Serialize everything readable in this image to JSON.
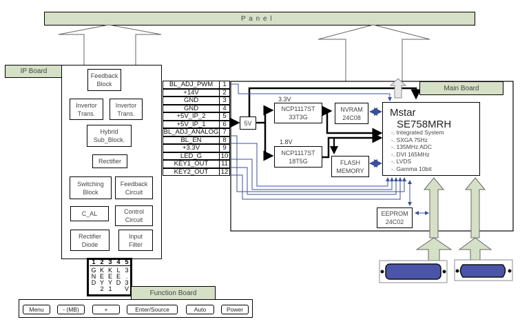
{
  "panel": {
    "label": "P a n e l"
  },
  "ip_board": {
    "title": "IP Board",
    "blocks": [
      {
        "id": "feedback-block",
        "label": "Feedback\nBlock"
      },
      {
        "id": "invertor-trans-1",
        "label": "Invertor\nTrans."
      },
      {
        "id": "invertor-trans-2",
        "label": "Invertor\nTrans."
      },
      {
        "id": "hybrid-sub-block",
        "label": "Hybrid\nSub_Block."
      },
      {
        "id": "rectifier",
        "label": "Rectifier"
      },
      {
        "id": "switching-block",
        "label": "Switching\nBlock"
      },
      {
        "id": "feedback-circuit",
        "label": "Feedback\nCircuit"
      },
      {
        "id": "c-al",
        "label": "C_AL"
      },
      {
        "id": "control-circuit",
        "label": "Control\nCircuit"
      },
      {
        "id": "rectifier-diode",
        "label": "Rectifier\nDiode"
      },
      {
        "id": "input-filter",
        "label": "Input\nFilter"
      }
    ]
  },
  "connector": {
    "pins": [
      {
        "num": "1",
        "name": "BL_ADJ_PWM"
      },
      {
        "num": "2",
        "name": "+14V"
      },
      {
        "num": "3",
        "name": "GND"
      },
      {
        "num": "4",
        "name": "GND"
      },
      {
        "num": "5",
        "name": "+5V_IP_2"
      },
      {
        "num": "6",
        "name": "+5V_IP_1"
      },
      {
        "num": "7",
        "name": "BL_ADJ_ANALOG"
      },
      {
        "num": "8",
        "name": "BL_EN"
      },
      {
        "num": "9",
        "name": "+3.3V"
      },
      {
        "num": "10",
        "name": "LED_G"
      },
      {
        "num": "11",
        "name": "KEY1_OUT"
      },
      {
        "num": "12",
        "name": "KEY2_OUT"
      }
    ]
  },
  "main_board": {
    "title": "Main Board",
    "v5_label": "5V",
    "reg_33": {
      "voltage": "3.3V",
      "label": "NCP1117ST\n33T3G"
    },
    "reg_18": {
      "voltage": "1.8V",
      "label": "NCP1117ST\n18T5G"
    },
    "nvram": {
      "label": "NVRAM\n24C08"
    },
    "flash": {
      "label": "FLASH\nMEMORY"
    },
    "eeprom": {
      "label": "EEPROM\n24C02"
    },
    "mstar": {
      "vendor": "Mstar",
      "model": "SE758MRH",
      "specs": [
        "-. Integrated System",
        "-. SXGA 75Hz",
        "-. 135MHz ADC",
        "-. DVI 165MHz",
        "-. LVDS",
        "-. Gamma 10bit"
      ]
    }
  },
  "function_connector": {
    "pins": [
      {
        "num": "1",
        "letters": [
          "G",
          "N",
          "D"
        ]
      },
      {
        "num": "2",
        "letters": [
          "K",
          "E",
          "Y",
          "2"
        ]
      },
      {
        "num": "3",
        "letters": [
          "K",
          "E",
          "Y",
          "1"
        ]
      },
      {
        "num": "4",
        "letters": [
          "L",
          "E",
          "D"
        ]
      },
      {
        "num": "5",
        "letters": [
          "3",
          ".",
          "3",
          "V"
        ]
      }
    ]
  },
  "function_board": {
    "title": "Function Board",
    "buttons": [
      "Menu",
      "- (MB)",
      "+",
      "Enter/Source",
      "Auto",
      "Power"
    ]
  },
  "colors": {
    "green_fill": "#d6e0c6",
    "signal_blue": "#3b4f9c",
    "connector_blue": "#4a55a8"
  }
}
